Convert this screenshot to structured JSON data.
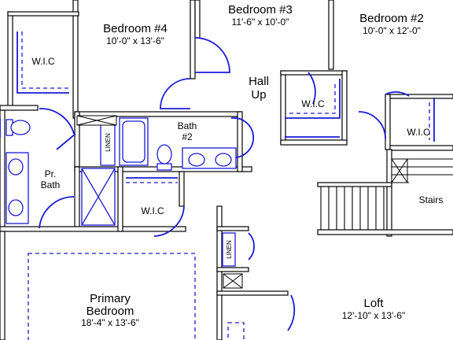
{
  "rooms": {
    "bedroom4": {
      "name": "Bedroom #4",
      "size": "10'-0\" x 13'-6\""
    },
    "bedroom3": {
      "name": "Bedroom #3",
      "size": "11'-6\" x 10'-0\""
    },
    "bedroom2": {
      "name": "Bedroom #2",
      "size": "10'-0\" x 12'-0\""
    },
    "hall": {
      "line1": "Hall",
      "line2": "Up"
    },
    "bath2": {
      "line1": "Bath",
      "line2": "#2"
    },
    "pr_bath": {
      "line1": "Pr.",
      "line2": "Bath"
    },
    "primary": {
      "line1": "Primary",
      "line2": "Bedroom",
      "size": "18'-4\" x 13'-6\""
    },
    "loft": {
      "name": "Loft",
      "size": "12'-10\" x 13'-6\""
    },
    "stairs": {
      "name": "Stairs"
    }
  },
  "labels": {
    "wic_left": "W.I.C",
    "wic_bed3": "W.I.C",
    "wic_bed2": "W.I.C",
    "wic_center": "W.I.C",
    "linen_bath": "LINEN",
    "linen_hall": "LINEN"
  },
  "colors": {
    "fixture": "#1a1ad8",
    "wall": "#000000"
  }
}
